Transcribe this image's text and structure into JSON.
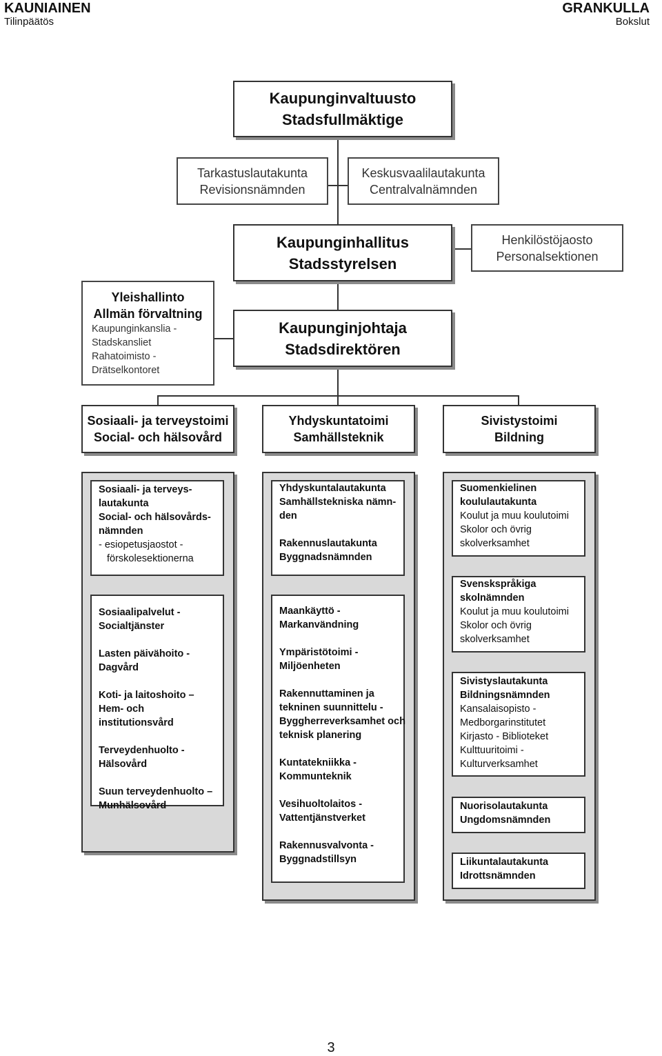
{
  "header": {
    "left_title": "KAUNIAINEN",
    "left_sub": "Tilinpäätös",
    "right_title": "GRANKULLA",
    "right_sub": "Bokslut"
  },
  "council": {
    "line1": "Kaupunginvaltuusto",
    "line2": "Stadsfullmäktige"
  },
  "audit": {
    "line1": "Tarkastuslautakunta",
    "line2": "Revisionsnämnden"
  },
  "election": {
    "line1": "Keskusvaalilautakunta",
    "line2": "Centralvalnämnden"
  },
  "board": {
    "line1": "Kaupunginhallitus",
    "line2": "Stadsstyrelsen"
  },
  "personnel": {
    "line1": "Henkilöstöjaosto",
    "line2": "Personalsektionen"
  },
  "admin": {
    "line1": "Yleishallinto",
    "line2": "Allmän förvaltning",
    "line3": "Kaupunginkanslia -",
    "line4": "Stadskansliet",
    "line5": "Rahatoimisto -",
    "line6": "Drätselkontoret"
  },
  "director": {
    "line1": "Kaupunginjohtaja",
    "line2": "Stadsdirektören"
  },
  "departments": [
    {
      "line1": "Sosiaali- ja terveystoimi",
      "line2": "Social- och hälsovård"
    },
    {
      "line1": "Yhdyskuntatoimi",
      "line2": "Samhällsteknik"
    },
    {
      "line1": "Sivistystoimi",
      "line2": "Bildning"
    }
  ],
  "social": {
    "board": [
      "Sosiaali- ja terveys-",
      "lautakunta",
      "Social- och hälsovårds-",
      "nämnden"
    ],
    "board_sub": [
      "- esiopetusjaostot -",
      "förskolesektionerna"
    ],
    "units": [
      [
        "Sosiaalipalvelut -",
        "Socialtjänster"
      ],
      [
        "Lasten päivähoito -",
        "Dagvård"
      ],
      [
        "Koti- ja laitoshoito –",
        "Hem- och institutionsvård"
      ],
      [
        "Terveydenhuolto -",
        "Hälsovård"
      ],
      [
        "Suun terveydenhuolto –",
        "Munhälsovård"
      ]
    ]
  },
  "tech": {
    "board1": [
      "Yhdyskuntalautakunta",
      "Samhällstekniska nämn-",
      "den"
    ],
    "board2": [
      "Rakennuslautakunta",
      "Byggnadsnämnden"
    ],
    "units": [
      [
        "Maankäyttö -",
        "Markanvändning"
      ],
      [
        "Ympäristötoimi -",
        "Miljöenheten"
      ],
      [
        "Rakennuttaminen ja",
        "tekninen suunnittelu -",
        "Byggherreverksamhet och",
        "teknisk planering"
      ],
      [
        "Kuntatekniikka -",
        "Kommunteknik"
      ],
      [
        "Vesihuoltolaitos -",
        "Vattentjänstverket"
      ],
      [
        "Rakennusvalvonta -",
        "Byggnadstillsyn"
      ]
    ]
  },
  "education": {
    "boxes": [
      {
        "bold": [
          "Suomenkielinen",
          "koululautakunta"
        ],
        "normal": [
          "Koulut ja muu koulutoimi",
          "Skolor och övrig",
          "skolverksamhet"
        ]
      },
      {
        "bold": [
          "Svenskspråkiga",
          "skolnämnden"
        ],
        "normal": [
          "Koulut ja muu koulutoimi",
          "Skolor och övrig",
          "skolverksamhet"
        ]
      },
      {
        "bold": [
          "Sivistyslautakunta",
          "Bildningsnämnden"
        ],
        "normal": [
          "Kansalaisopisto -",
          "Medborgarinstitutet",
          "Kirjasto - Biblioteket",
          "Kulttuuritoimi -",
          "Kulturverksamhet"
        ]
      },
      {
        "bold": [
          "Nuorisolautakunta",
          "Ungdomsnämnden"
        ],
        "normal": []
      },
      {
        "bold": [
          "Liikuntalautakunta",
          "Idrottsnämnden"
        ],
        "normal": []
      }
    ]
  },
  "page_number": "3"
}
